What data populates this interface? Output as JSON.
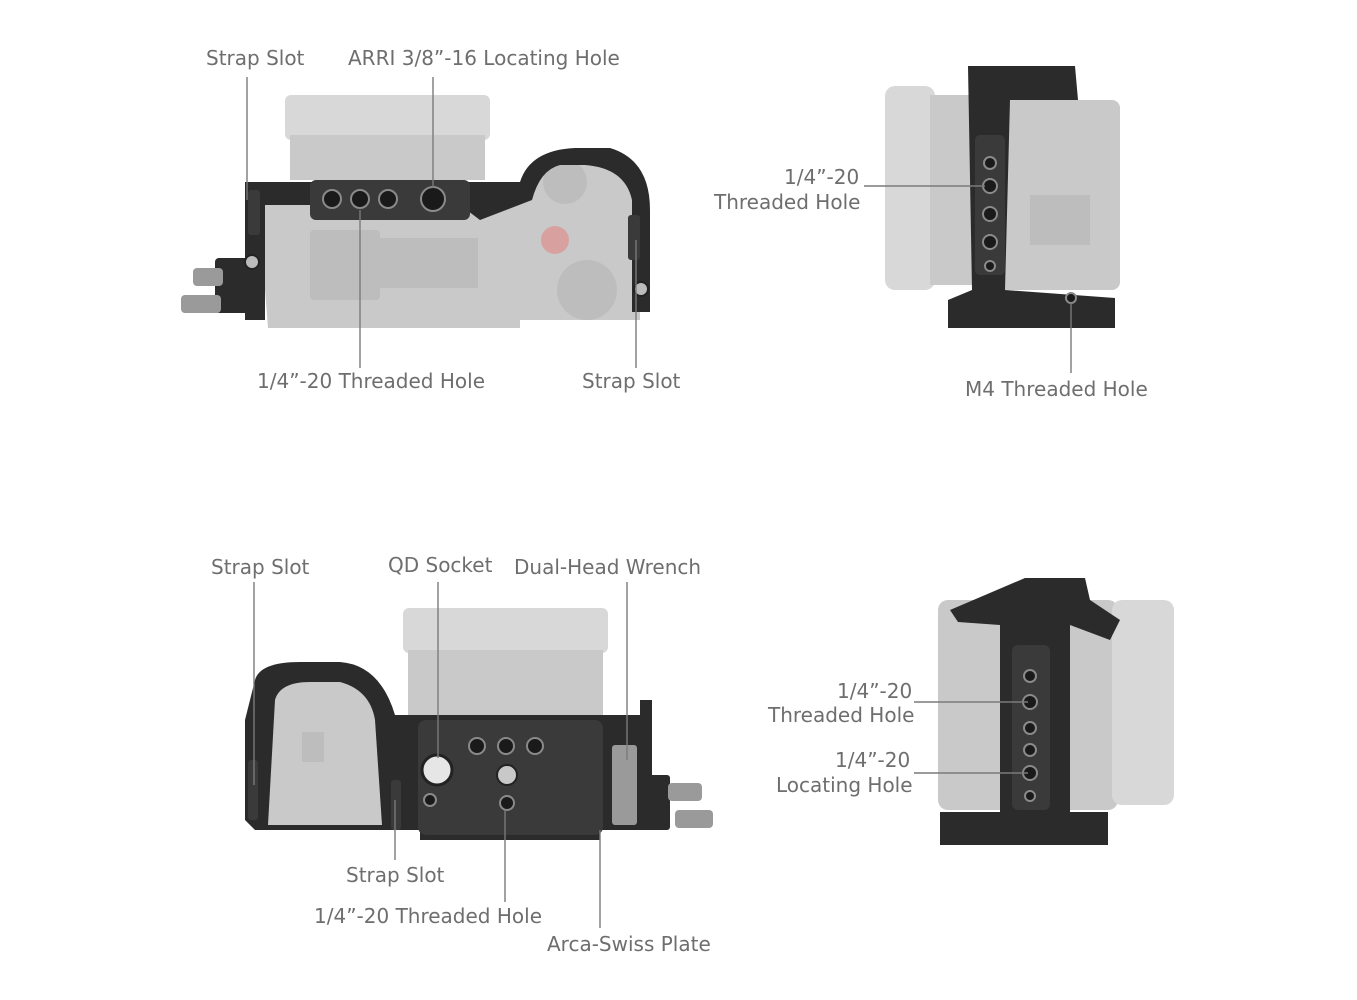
{
  "colors": {
    "label": "#6e6e6e",
    "leader": "#7a7a7a",
    "cage": "#2b2b2b",
    "camera": "#c9c9c9"
  },
  "views": {
    "top": {
      "labels": {
        "strap_slot_left": "Strap Slot",
        "arri_hole": "ARRI 3/8”-16 Locating Hole",
        "threaded_hole": "1/4”-20 Threaded Hole",
        "strap_slot_right": "Strap Slot"
      }
    },
    "side_right": {
      "labels": {
        "threaded_hole_1": "1/4”-20",
        "threaded_hole_2": "Threaded Hole",
        "m4_hole": "M4 Threaded Hole"
      }
    },
    "bottom": {
      "labels": {
        "strap_slot_top": "Strap Slot",
        "qd_socket": "QD Socket",
        "wrench": "Dual-Head Wrench",
        "strap_slot_bottom": "Strap Slot",
        "threaded_hole": "1/4”-20 Threaded Hole",
        "arca_plate": "Arca-Swiss Plate"
      }
    },
    "side_left": {
      "labels": {
        "threaded_1": "1/4”-20",
        "threaded_2": "Threaded Hole",
        "locating_1": "1/4”-20",
        "locating_2": "Locating Hole"
      }
    }
  }
}
